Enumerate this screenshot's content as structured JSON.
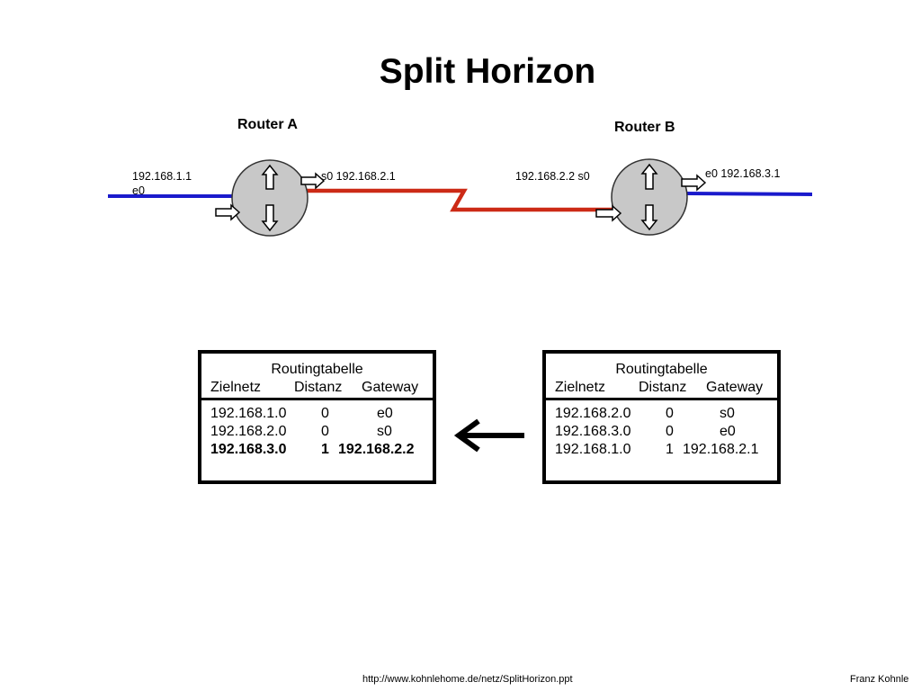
{
  "title": "Split Horizon",
  "router_a": {
    "label": "Router A",
    "e0_ip": "192.168.1.1",
    "e0_name": "e0",
    "s0_label": "s0 192.168.2.1"
  },
  "router_b": {
    "label": "Router B",
    "s0_label": "192.168.2.2  s0",
    "e0_label": "e0 192.168.3.1"
  },
  "colors": {
    "ethernet": "#1a1acc",
    "serial": "#cc2a16",
    "router_fill": "#c8c8c8"
  },
  "table_a": {
    "caption": "Routingtabelle",
    "headers": [
      "Zielnetz",
      "Distanz",
      "Gateway"
    ],
    "rows": [
      [
        "192.168.1.0",
        "0",
        "e0"
      ],
      [
        "192.168.2.0",
        "0",
        "s0"
      ],
      [
        "192.168.3.0",
        "1",
        "192.168.2.2"
      ]
    ]
  },
  "table_b": {
    "caption": "Routingtabelle",
    "headers": [
      "Zielnetz",
      "Distanz",
      "Gateway"
    ],
    "rows": [
      [
        "192.168.2.0",
        "0",
        "s0"
      ],
      [
        "192.168.3.0",
        "0",
        "e0"
      ],
      [
        "192.168.1.0",
        "1",
        "192.168.2.1"
      ]
    ]
  },
  "footer": {
    "url": "http://www.kohnlehome.de/netz/SplitHorizon.ppt",
    "author": "Franz Kohnle"
  }
}
